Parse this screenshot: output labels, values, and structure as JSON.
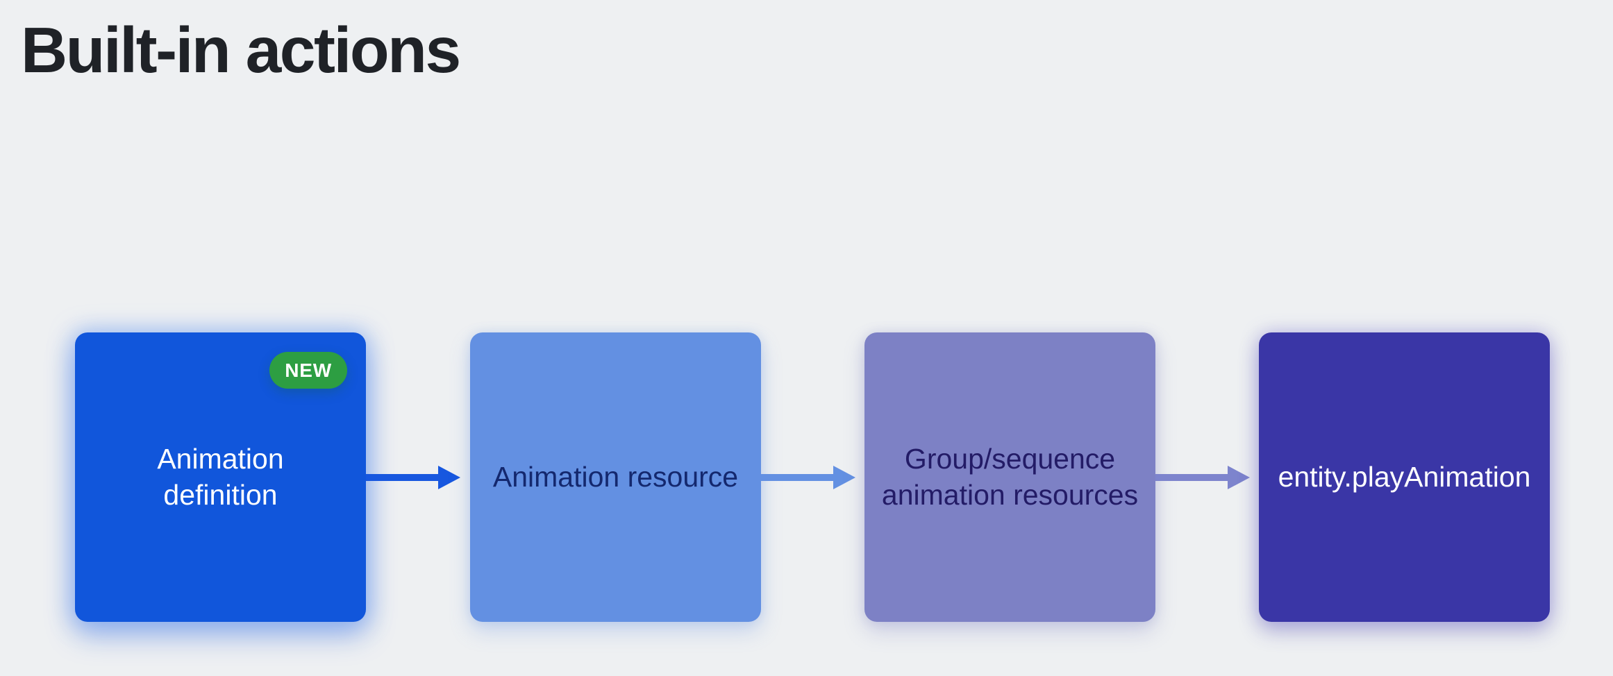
{
  "page": {
    "title": "Built-in actions",
    "title_color": "#1F2227",
    "background": "#EEF0F2"
  },
  "flow": {
    "nodes": [
      {
        "label": "Animation\ndefinition",
        "bg": "#1156DB",
        "text_color": "#FFFFFF",
        "badge": "NEW",
        "badge_bg": "#2D9E42",
        "badge_text_color": "#FFFFFF"
      },
      {
        "label": "Animation resource",
        "bg": "#6390E2",
        "text_color": "#14286E"
      },
      {
        "label": "Group/sequence\nanimation resources",
        "bg": "#7D81C5",
        "text_color": "#231B66"
      },
      {
        "label": "entity.playAnimation",
        "bg": "#3A36A6",
        "text_color": "#FFFFFF"
      }
    ],
    "arrows": [
      {
        "color": "#1757DF"
      },
      {
        "color": "#6390E2"
      },
      {
        "color": "#7D84CD"
      }
    ]
  }
}
